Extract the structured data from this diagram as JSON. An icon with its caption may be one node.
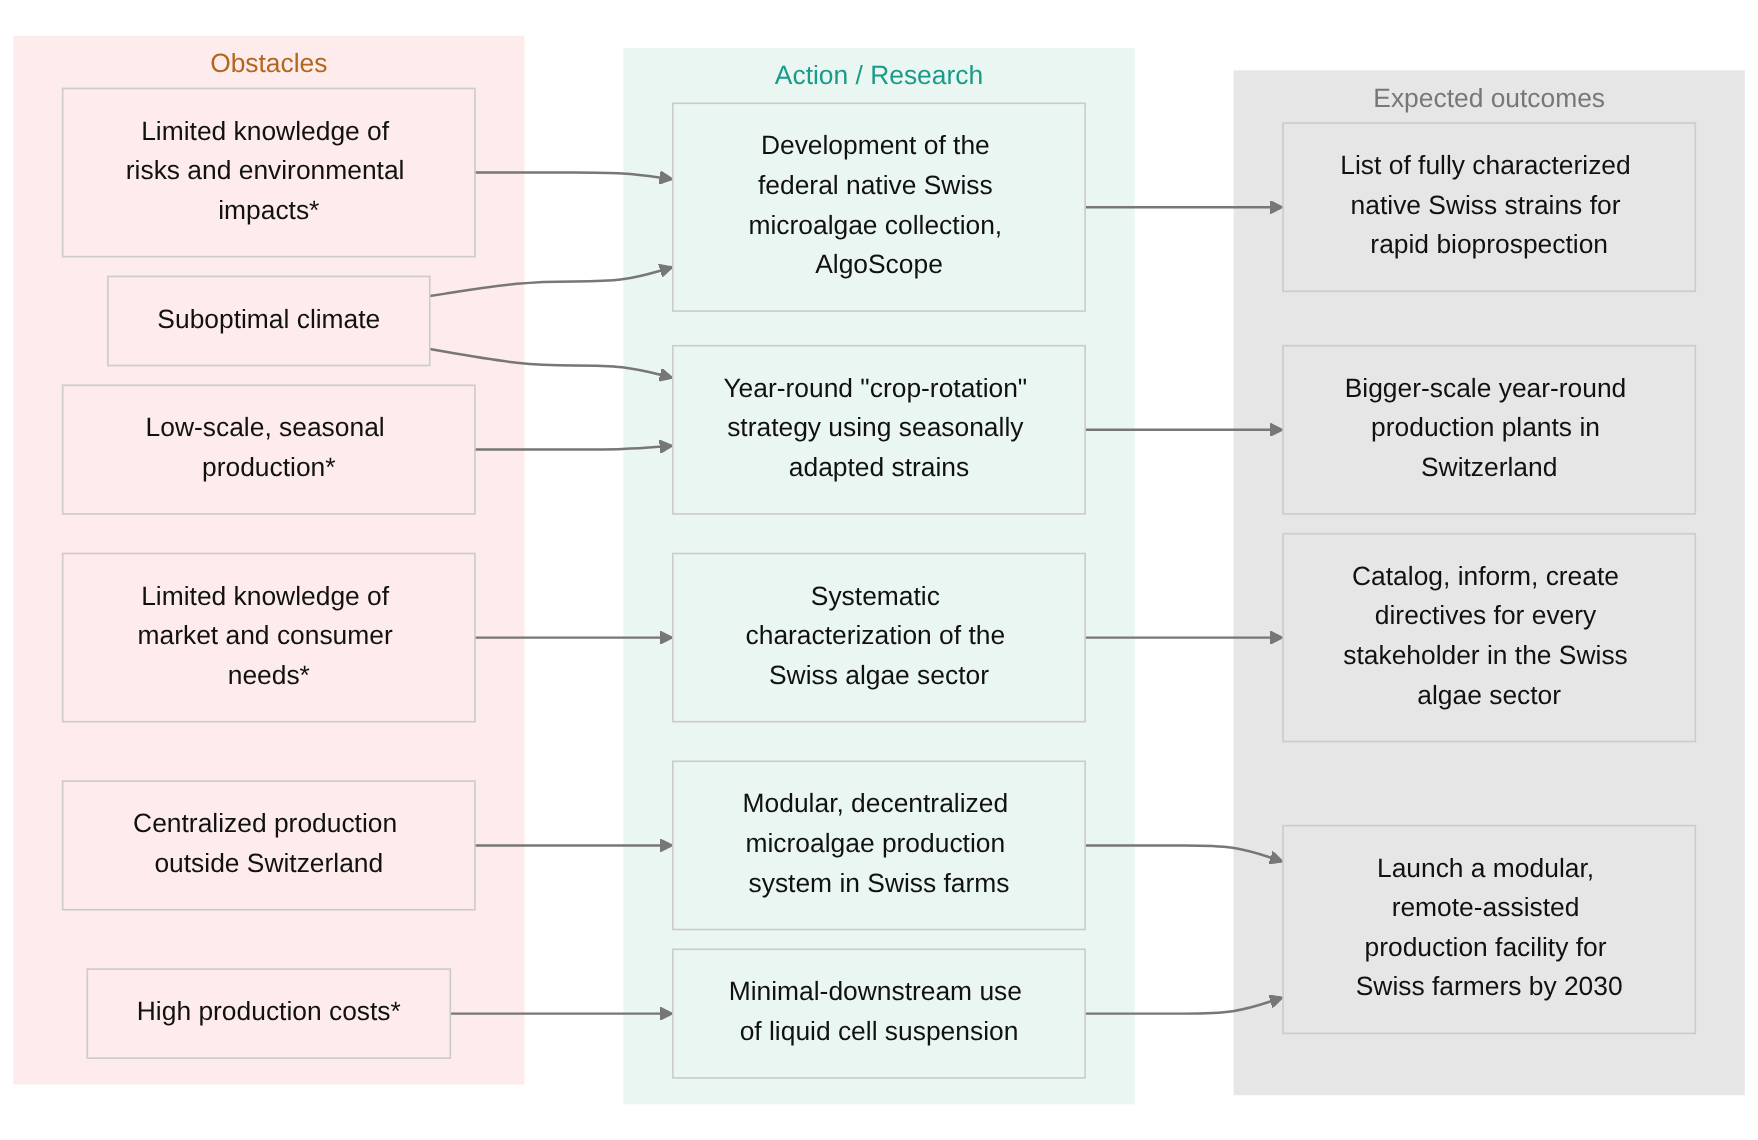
{
  "diagram": {
    "nodes": [
      {
        "text": [
          "Obstacles"
        ]
      },
      {
        "text": [
          "Low-scale, seasonal production*"
        ],
        "in": 0
      },
      {
        "text": [
          "Suboptimal climate"
        ],
        "in": 0
      },
      {
        "text": [
          "Limited knowledge of risks and environmental impacts*"
        ],
        "in": 0
      },
      {
        "text": [
          "Limited knowledge of market and consumer needs*"
        ],
        "in": 0
      },
      {
        "text": [
          "High production costs*"
        ],
        "in": 0
      },
      {
        "text": [
          "Centralized production outside Switzerland"
        ],
        "in": 0
      },
      {
        "text": [
          "Action / Research"
        ]
      },
      {
        "text": [
          "Development of the federal native Swiss microalgae collection, AlgoScope"
        ],
        "in": 7
      },
      {
        "text": [
          "Year-round \"crop-rotation\" strategy using seasonally adapted strains"
        ],
        "in": 7
      },
      {
        "text": [
          "Systematic characterization of the Swiss algae sector"
        ],
        "in": 7
      },
      {
        "text": [
          "Minimal-downstream use of liquid cell suspension"
        ],
        "in": 7
      },
      {
        "text": [
          "Modular, decentralized microalgae production system in Swiss farms"
        ],
        "in": 7
      },
      {
        "text": [
          "Expected outcomes"
        ]
      },
      {
        "text": [
          "List of fully characterized native Swiss strains for rapid bioprospection"
        ],
        "in": 13
      },
      {
        "text": [
          "Bigger-scale year-round production plants in Switzerland"
        ],
        "in": 13
      },
      {
        "text": [
          "Catalog, inform, create directives for every stakeholder in the Swiss algae sector"
        ],
        "in": 13
      },
      {
        "text": [
          "Launch a modular, remote-assisted production facility for Swiss farmers by 2030"
        ],
        "in": 13
      }
    ],
    "edges": [
      {
        "from": 1,
        "to": 9,
        "arrow": "to"
      },
      {
        "from": 2,
        "to": 8,
        "arrow": "to"
      },
      {
        "from": 2,
        "to": 9,
        "arrow": "to"
      },
      {
        "from": 3,
        "to": 8,
        "arrow": "to"
      },
      {
        "from": 4,
        "to": 10,
        "arrow": "to"
      },
      {
        "from": 5,
        "to": 11,
        "arrow": "to"
      },
      {
        "from": 6,
        "to": 12,
        "arrow": "to"
      },
      {
        "from": 8,
        "to": 14,
        "arrow": "to"
      },
      {
        "from": 9,
        "to": 15,
        "arrow": "to"
      },
      {
        "from": 10,
        "to": 16,
        "arrow": "to"
      },
      {
        "from": 11,
        "to": 17,
        "arrow": "to"
      },
      {
        "from": 12,
        "to": 17,
        "arrow": "to"
      }
    ]
  }
}
